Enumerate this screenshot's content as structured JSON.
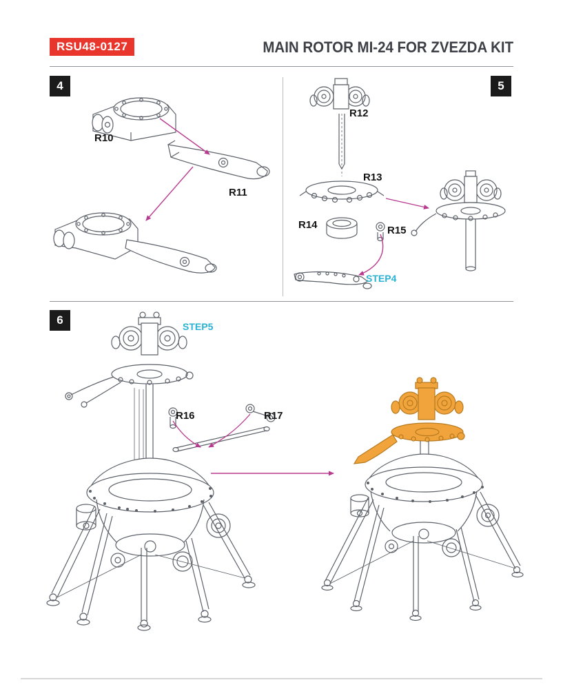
{
  "header": {
    "code": "RSU48-0127",
    "title": "MAIN ROTOR MI-24 FOR ZVEZDA KIT"
  },
  "steps": {
    "step4": {
      "number": "4",
      "labels": {
        "r10": "R10",
        "r11": "R11"
      }
    },
    "step5": {
      "number": "5",
      "labels": {
        "r12": "R12",
        "r13": "R13",
        "r14": "R14",
        "r15": "R15"
      },
      "ref": "STEP4"
    },
    "step6": {
      "number": "6",
      "labels": {
        "r16": "R16",
        "r17": "R17"
      },
      "ref": "STEP5"
    }
  },
  "colors": {
    "badge_red": "#e8362d",
    "step_black": "#1b1b1b",
    "accent_cyan": "#29b2d3",
    "arrow_magenta": "#b83a8f",
    "highlight_orange": "#f2a43c",
    "line_gray": "#5b6068"
  }
}
